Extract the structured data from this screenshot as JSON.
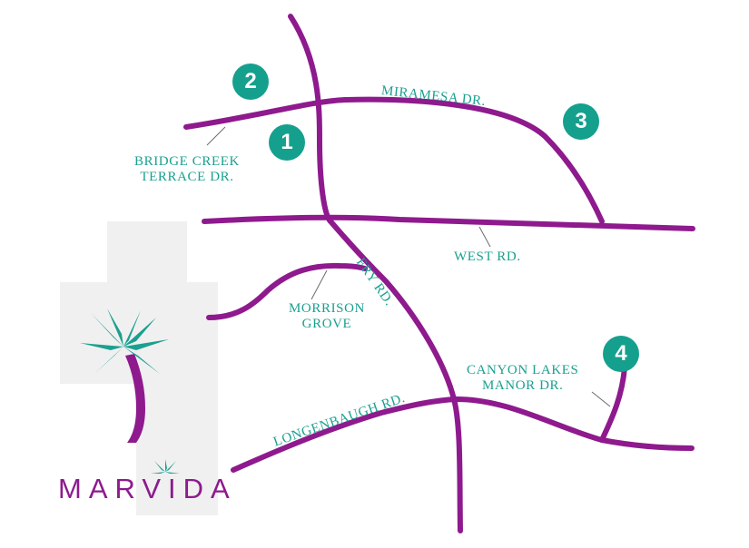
{
  "colors": {
    "road": "#8e1a8e",
    "label": "#1aa090",
    "marker": "#15a08e",
    "marker_text": "#ffffff",
    "backdrop": "#f0f0f0",
    "leader": "#6b6b6b"
  },
  "roads": {
    "miramesa": "MIRAMESA DR.",
    "bridge_creek_line1": "BRIDGE CREEK",
    "bridge_creek_line2": "TERRACE DR.",
    "fry": "FRY RD.",
    "west": "WEST RD.",
    "morrison_line1": "MORRISON",
    "morrison_line2": "GROVE",
    "canyon_line1": "CANYON LAKES",
    "canyon_line2": "MANOR DR.",
    "longenbaugh": "LONGENBAUGH RD."
  },
  "markers": [
    "1",
    "2",
    "3",
    "4"
  ],
  "logo": {
    "text": "MARVIDA",
    "icon": "palm-tree-icon"
  }
}
